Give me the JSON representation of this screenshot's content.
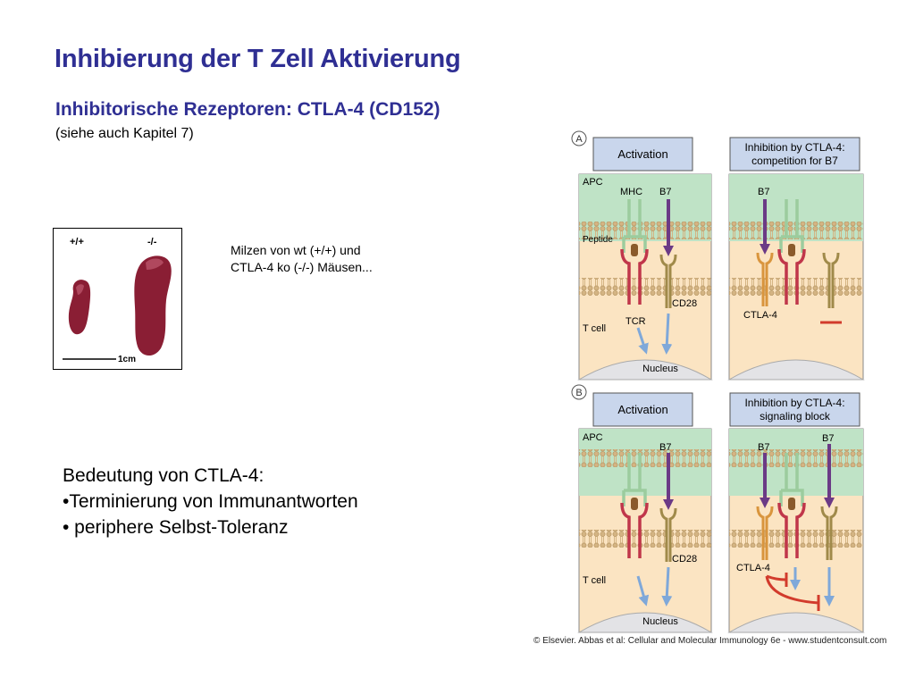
{
  "slide": {
    "title": "Inhibierung der T Zell Aktivierung",
    "subtitle": "Inhibitorische Rezeptoren: CTLA-4 (CD152)",
    "subnote": "(siehe auch Kapitel 7)"
  },
  "spleen_photo": {
    "wt_label": "+/+",
    "ko_label": "-/-",
    "scale_label": "1cm",
    "colors": {
      "organ": "#8a1e34",
      "organ_highlight": "#c05a70"
    }
  },
  "caption": {
    "line1": "Milzen von wt (+/+) und",
    "line2": "CTLA-4 ko (-/-) Mäusen..."
  },
  "meaning": {
    "heading": "Bedeutung von CTLA-4:",
    "items": [
      "•Terminierung von Immunantworten",
      "• periphere Selbst-Toleranz"
    ]
  },
  "figure": {
    "panel_a_letter": "A",
    "panel_b_letter": "B",
    "activation_label": "Activation",
    "inhib_a_line1": "Inhibition by CTLA-4:",
    "inhib_a_line2": "competition for B7",
    "inhib_b_line1": "Inhibition by CTLA-4:",
    "inhib_b_line2": "signaling block",
    "apc": "APC",
    "mhc": "MHC",
    "b7": "B7",
    "peptide": "Peptide",
    "tcr": "TCR",
    "cd28": "CD28",
    "ctla4": "CTLA-4",
    "tcell": "T cell",
    "nucleus": "Nucleus",
    "colors": {
      "apc": "#bfe3c6",
      "tcell": "#fbe4c2",
      "nucleus": "#e3e3e6",
      "header_box": "#c9d6ec",
      "membrane": "#d4b483",
      "tcr": "#c0364a",
      "mhc": "#9ccc9e",
      "b7": "#6b3a86",
      "cd28": "#a08a4a",
      "ctla4": "#d9953d",
      "arrow": "#7fa8d9",
      "block": "#d23b2c"
    }
  },
  "credit": "© Elsevier. Abbas et al: Cellular and Molecular Immunology 6e - www.studentconsult.com"
}
